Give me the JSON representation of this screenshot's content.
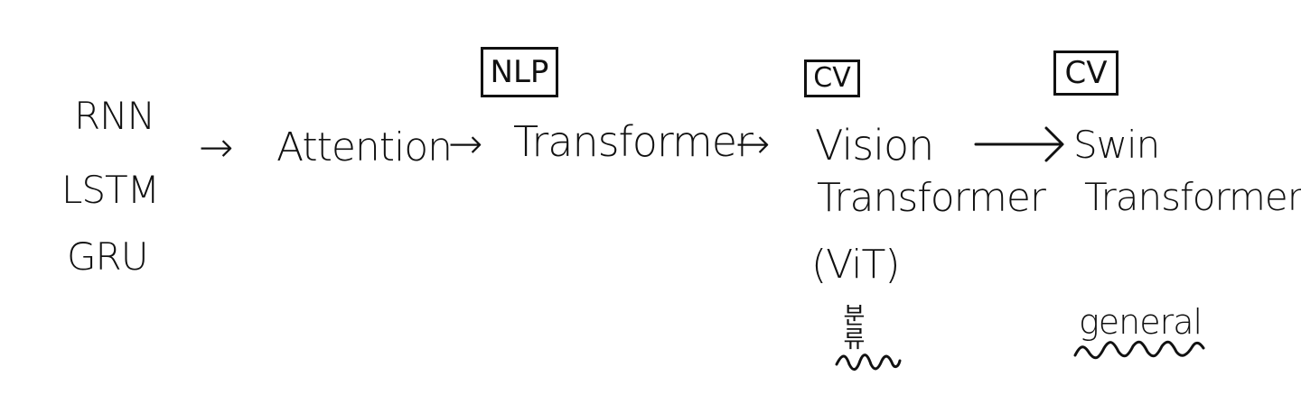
{
  "diagram": {
    "rnn_family": [
      "RNN",
      "LSTM",
      "GRU"
    ],
    "attention": "Attention",
    "transformer": {
      "tag": "NLP",
      "label": "Transformer"
    },
    "vit": {
      "tag": "CV",
      "line1": "Vision",
      "line2": "Transformer",
      "line3": "(ViT)",
      "note": "분류"
    },
    "swin": {
      "tag": "CV",
      "line1": "Swin",
      "line2": "Transformer",
      "note": "general"
    },
    "arrow": "→",
    "ink_color": "#111111"
  }
}
